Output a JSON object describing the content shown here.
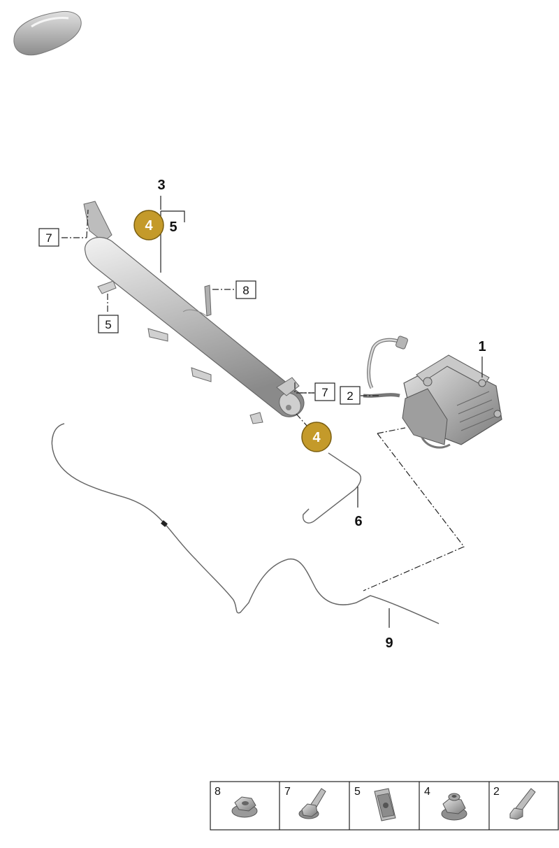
{
  "callouts": {
    "c1": "1",
    "c3": "3",
    "c5_bold": "5",
    "c6": "6",
    "c9": "9",
    "badge_top": "4",
    "badge_mid": "4"
  },
  "boxed_callouts": {
    "b7_top": "7",
    "b5": "5",
    "b8": "8",
    "b7_mid": "7",
    "b2": "2"
  },
  "legend": [
    {
      "number": "8",
      "icon": "flange-nut-icon"
    },
    {
      "number": "7",
      "icon": "flange-bolt-icon"
    },
    {
      "number": "5",
      "icon": "clip-nut-icon"
    },
    {
      "number": "4",
      "icon": "fitting-nut-icon"
    },
    {
      "number": "2",
      "icon": "bolt-icon"
    }
  ],
  "colors": {
    "badge_fill": "#c49a2a",
    "badge_stroke": "#7a5e10",
    "line": "#222222"
  }
}
